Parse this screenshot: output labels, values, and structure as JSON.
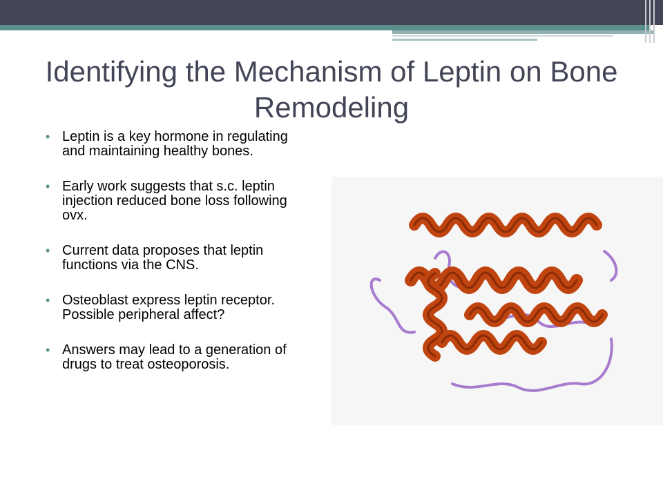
{
  "slide": {
    "title": "Identifying the Mechanism of Leptin on Bone Remodeling",
    "bullets": [
      "Leptin is a key hormone in regulating and maintaining healthy bones.",
      "Early work suggests that s.c. leptin injection reduced bone loss following ovx.",
      "Current data proposes that leptin functions via the CNS.",
      "Osteoblast express leptin receptor. Possible peripheral affect?",
      "Answers may lead to a generation of drugs to treat osteoporosis."
    ],
    "bullet_symbol": "•",
    "figure_icon": "protein-ribbon-structure-icon",
    "colors": {
      "header_bar": "#424556",
      "accent_teal": "#5b8f8d",
      "title_text": "#424556",
      "helix": "#c0440f",
      "coil": "#a77ccf"
    }
  }
}
